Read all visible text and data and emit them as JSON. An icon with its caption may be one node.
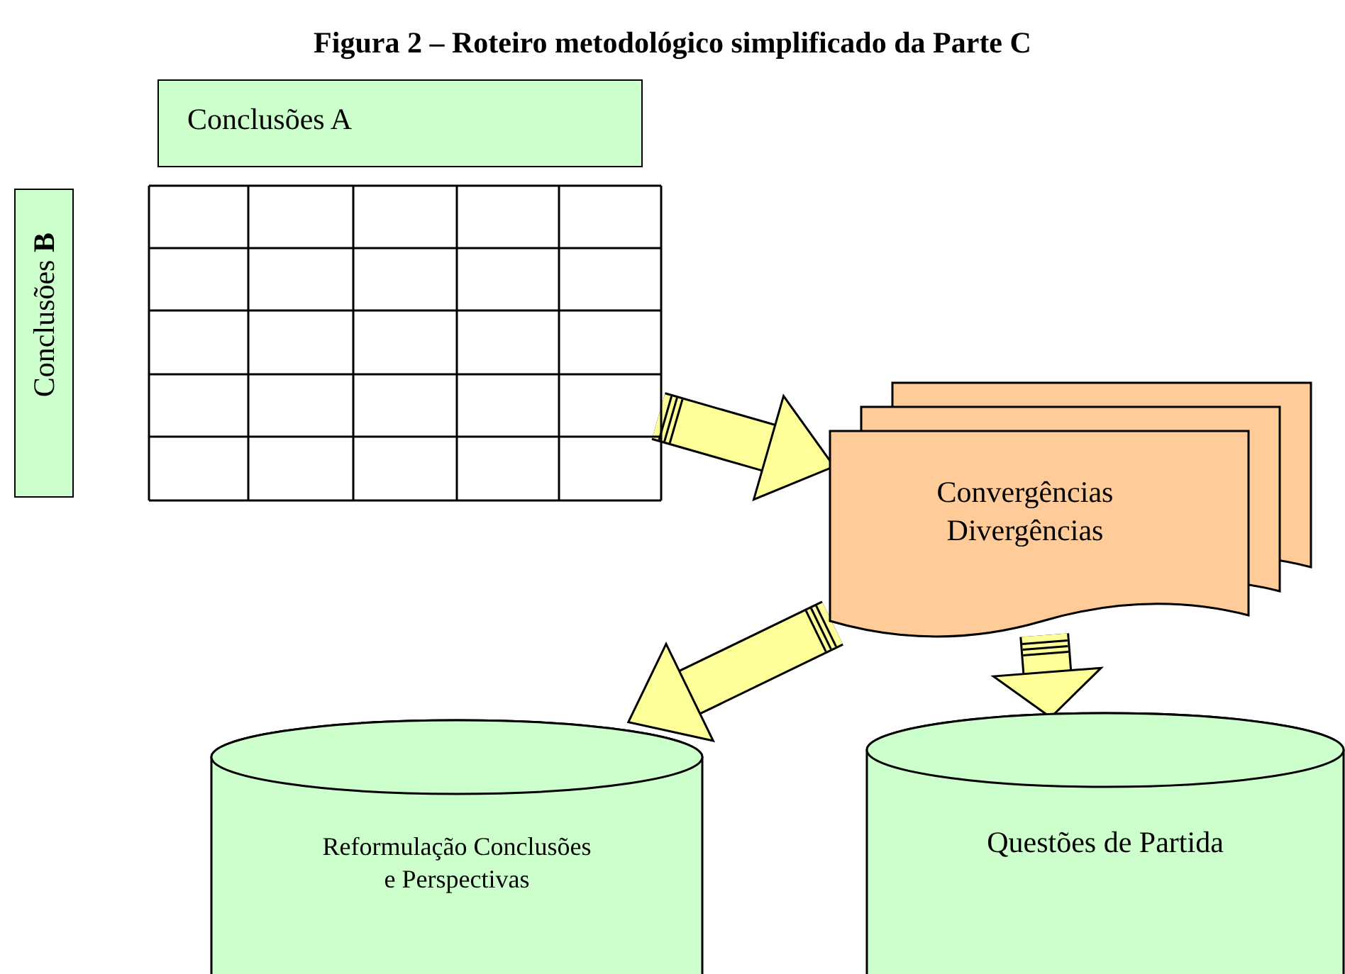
{
  "diagram": {
    "title": "Figura 2 – Roteiro metodológico simplificado da Parte C",
    "nodes": [
      {
        "text": [
          "Conclusões A"
        ]
      },
      {
        "text": [
          "Conclusões **B**"
        ]
      },
      {
        "text": [],
        "shape": "grid"
      },
      {
        "text": [
          "Convergências Divergências"
        ]
      },
      {
        "text": [
          "Reformulação Conclusões e Perspectivas"
        ]
      },
      {
        "text": [
          "Questões de Partida"
        ]
      }
    ],
    "edges": [
      {
        "from": 2,
        "to": 3,
        "arrow": "to"
      },
      {
        "from": 3,
        "to": 4,
        "arrow": "to"
      },
      {
        "from": 3,
        "to": 5,
        "arrow": "to"
      }
    ]
  }
}
